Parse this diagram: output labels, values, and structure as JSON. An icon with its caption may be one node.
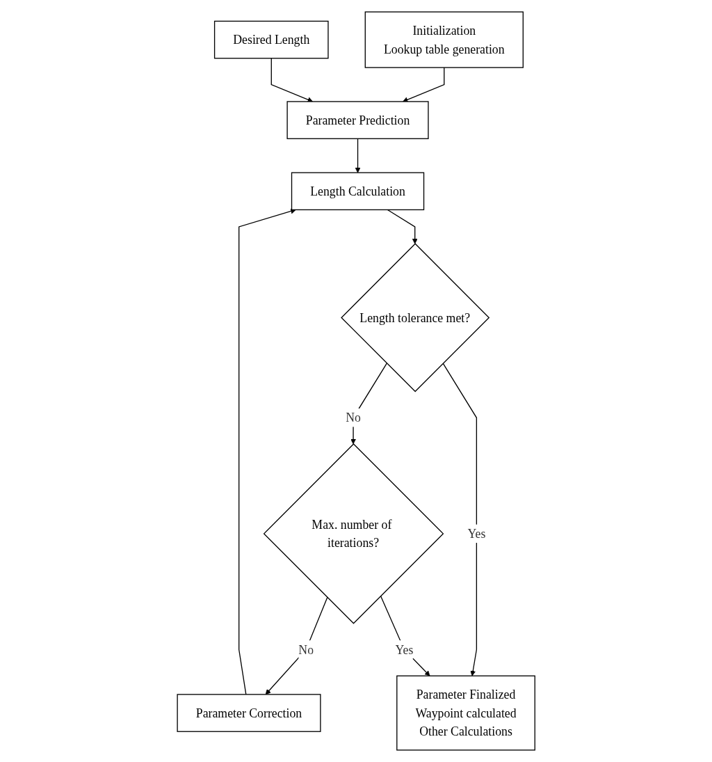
{
  "diagram": {
    "nodes": [
      {
        "text": [
          "Initialization",
          "Lookup table generation"
        ]
      },
      {
        "text": [
          "Desired Length"
        ]
      },
      {
        "text": [
          "Parameter Prediction"
        ]
      },
      {
        "text": [
          "Length Calculation"
        ]
      },
      {
        "text": [
          "Parameter Correction"
        ]
      },
      {
        "text": [
          "Length tolerance met?"
        ]
      },
      {
        "text": [
          "Max. number of iterations?"
        ]
      },
      {
        "text": [
          "Parameter Finalized",
          "Waypoint calculated",
          "Other Calculations"
        ]
      }
    ],
    "edges": [
      {
        "from": 0,
        "to": 2,
        "arrow": "to"
      },
      {
        "from": 1,
        "to": 2,
        "arrow": "to"
      },
      {
        "from": 2,
        "to": 3,
        "arrow": "to"
      },
      {
        "from": 3,
        "to": 5,
        "arrow": "to"
      },
      {
        "from": 5,
        "to": 6,
        "label": "No",
        "arrow": "to"
      },
      {
        "from": 6,
        "to": 4,
        "label": "No",
        "arrow": "to"
      },
      {
        "from": 4,
        "to": 3,
        "arrow": "to"
      },
      {
        "from": 5,
        "to": 7,
        "label": "Yes",
        "arrow": "to"
      },
      {
        "from": 6,
        "to": 7,
        "label": "Yes",
        "arrow": "to"
      }
    ]
  }
}
